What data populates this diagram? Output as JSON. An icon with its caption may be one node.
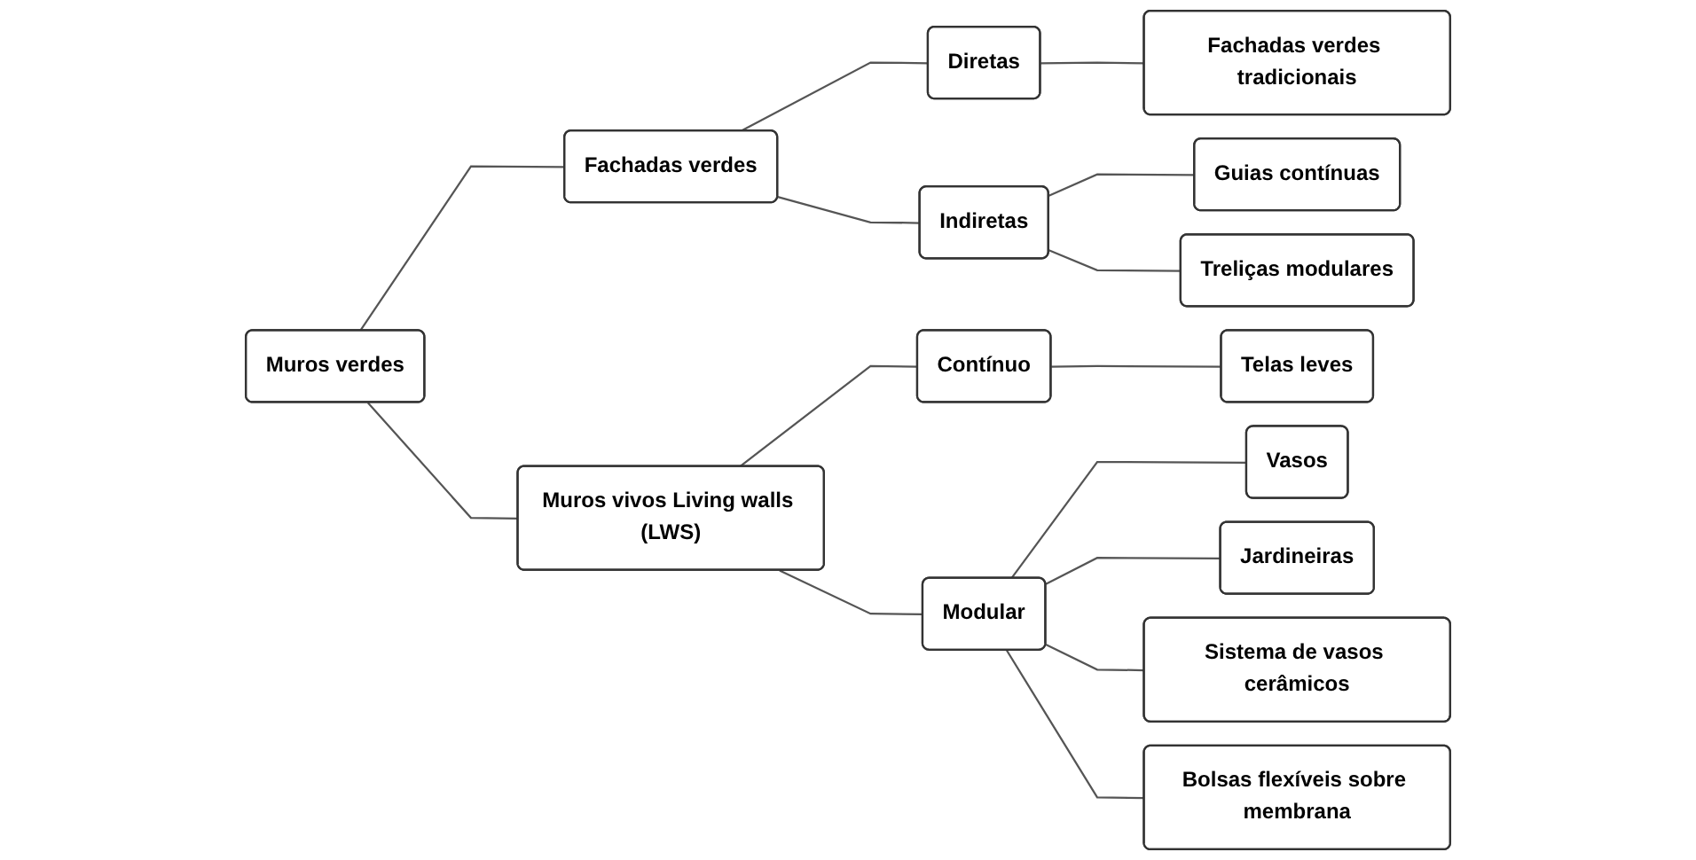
{
  "diagram": {
    "nodes": [
      {
        "text": [
          "Muros verdes"
        ]
      },
      {
        "text": [
          "Fachadas verdes"
        ]
      },
      {
        "text": [
          "Muros vivos Living walls (LWS)"
        ]
      },
      {
        "text": [
          "Diretas"
        ]
      },
      {
        "text": [
          "Indiretas"
        ]
      },
      {
        "text": [
          "Contínuo"
        ]
      },
      {
        "text": [
          "Modular"
        ]
      },
      {
        "text": [
          "Fachadas verdes tradicionais"
        ]
      },
      {
        "text": [
          "Guias contínuas"
        ]
      },
      {
        "text": [
          "Treliças modulares"
        ]
      },
      {
        "text": [
          "Telas leves"
        ]
      },
      {
        "text": [
          "Vasos"
        ]
      },
      {
        "text": [
          "Jardineiras"
        ]
      },
      {
        "text": [
          "Sistema de vasos cerâmicos"
        ]
      },
      {
        "text": [
          "Bolsas flexíveis sobre membrana"
        ]
      }
    ],
    "edges": [
      {
        "from": 0,
        "to": 1,
        "arrow": "none"
      },
      {
        "from": 0,
        "to": 2,
        "arrow": "none"
      },
      {
        "from": 1,
        "to": 3,
        "arrow": "none"
      },
      {
        "from": 1,
        "to": 4,
        "arrow": "none"
      },
      {
        "from": 2,
        "to": 5,
        "arrow": "none"
      },
      {
        "from": 2,
        "to": 6,
        "arrow": "none"
      },
      {
        "from": 3,
        "to": 7,
        "arrow": "none"
      },
      {
        "from": 4,
        "to": 8,
        "arrow": "none"
      },
      {
        "from": 4,
        "to": 9,
        "arrow": "none"
      },
      {
        "from": 5,
        "to": 10,
        "arrow": "none"
      },
      {
        "from": 6,
        "to": 11,
        "arrow": "none"
      },
      {
        "from": 6,
        "to": 12,
        "arrow": "none"
      },
      {
        "from": 6,
        "to": 13,
        "arrow": "none"
      },
      {
        "from": 6,
        "to": 14,
        "arrow": "none"
      }
    ]
  }
}
